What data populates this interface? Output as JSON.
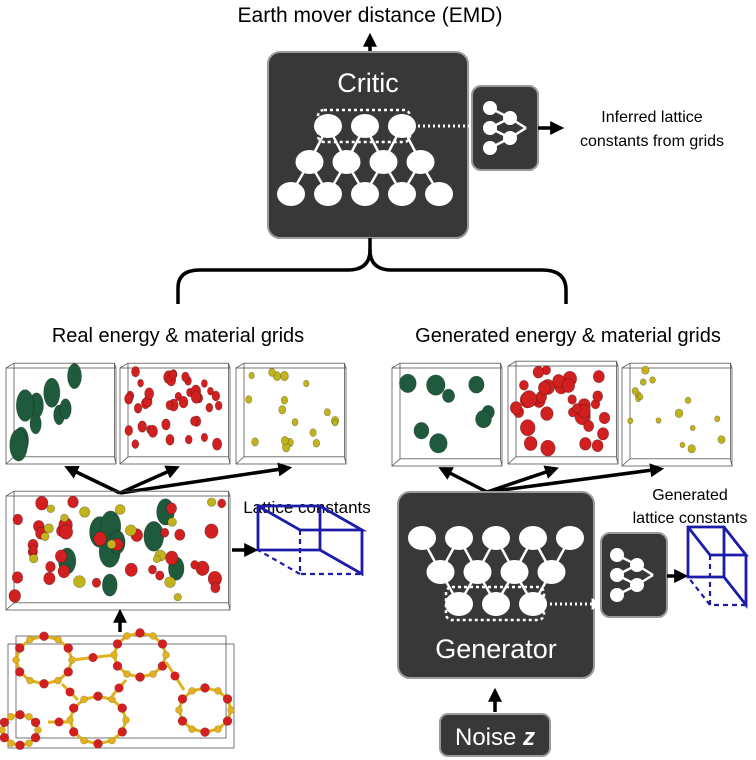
{
  "top_label": "Earth mover distance (EMD)",
  "critic": {
    "title": "Critic",
    "side_label_line1": "Inferred lattice",
    "side_label_line2": "constants from grids"
  },
  "real_section": {
    "title": "Real energy & material grids",
    "lattice_label": "Lattice constants"
  },
  "generated_section": {
    "title": "Generated energy & material grids",
    "lattice_label_line1": "Generated",
    "lattice_label_line2": "lattice constants"
  },
  "generator": {
    "title": "Generator"
  },
  "noise": {
    "label": "Noise",
    "var": "z"
  },
  "colors": {
    "box_fill": "#383838",
    "energy_grid": "#1f5a3c",
    "material_red": "#d21f1f",
    "material_yellow": "#c2b21c",
    "lattice_blue": "#1c1ca8",
    "silicon_yellow": "#e2b21e"
  }
}
